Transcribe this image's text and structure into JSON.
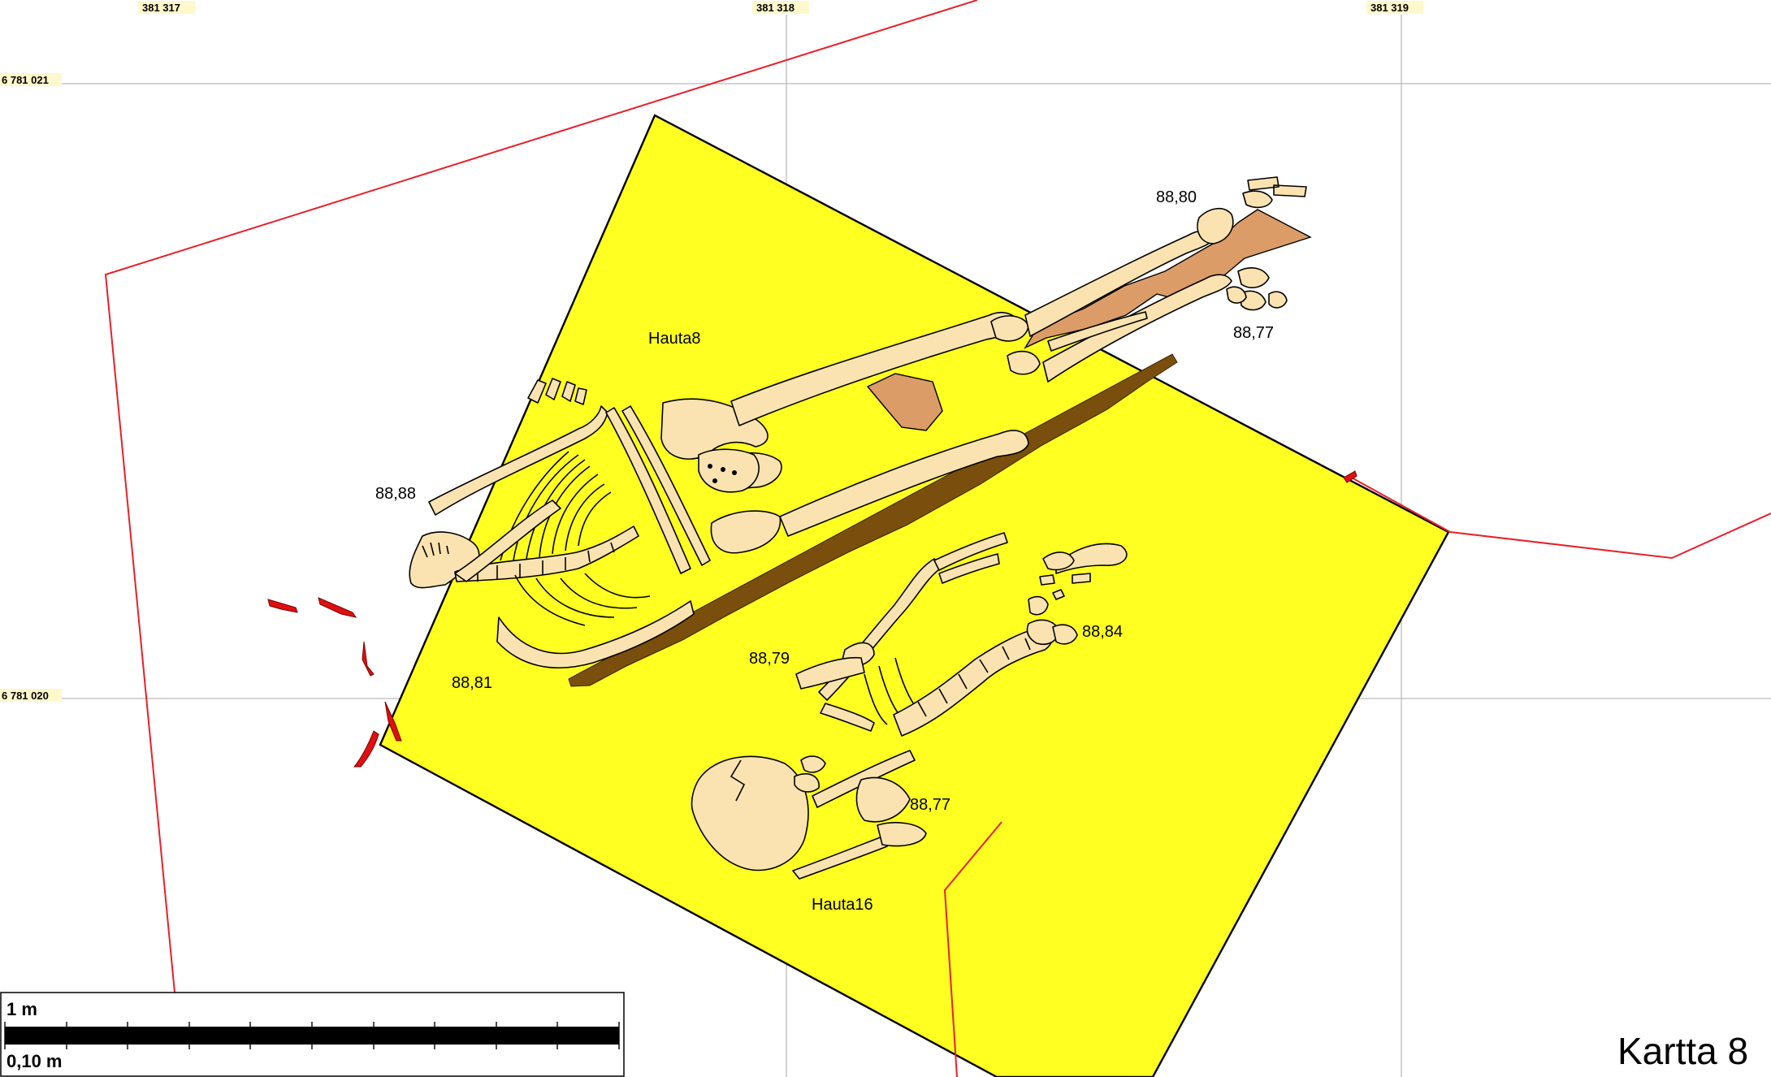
{
  "grid": {
    "x_labels": [
      "381 317",
      "381 318",
      "381 319"
    ],
    "y_labels": [
      "6 781 021",
      "6 781 020"
    ]
  },
  "labels": {
    "hauta8": "Hauta8",
    "hauta16": "Hauta16",
    "elevations": [
      "88,80",
      "88,77",
      "88,88",
      "88,81",
      "88,79",
      "88,84",
      "88,77"
    ]
  },
  "scale_bar": {
    "top_label": "1 m",
    "bottom_label": "0,10 m"
  },
  "map_title": "Kartta 8",
  "colors": {
    "excavation_fill": "#ffff22",
    "trench_outline": "#e8202a",
    "bone": "#fae3b0",
    "wood": "#dc9c68",
    "plank": "#7a4e0c",
    "nail": "#e01010"
  }
}
